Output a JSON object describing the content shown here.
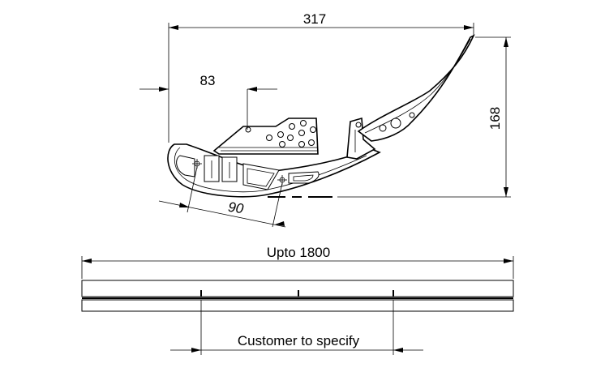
{
  "dimensions": {
    "overall_width": "317",
    "height": "168",
    "offset": "83",
    "spacing": "90",
    "length": "Upto 1800",
    "specify_note": "Customer to specify"
  },
  "colors": {
    "line": "#000000",
    "background": "#ffffff"
  }
}
